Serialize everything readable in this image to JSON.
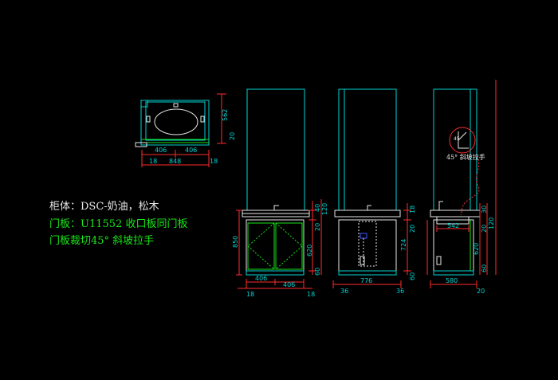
{
  "notes": [
    {
      "text": "柜体：DSC-奶油，松木",
      "color": "#e8e8e8"
    },
    {
      "text": "门板：U11552 收口板同门板",
      "color": "#19e619"
    },
    {
      "text": "门板裁切45° 斜坡拉手",
      "color": "#19e619"
    }
  ],
  "colors": {
    "outline": "#00d2d2",
    "dimension": "#ff2d2d",
    "door": "#19e619",
    "accent": "#3a5cff"
  },
  "plan_view": {
    "dims": {
      "w1": "406",
      "w2": "406",
      "total": "848",
      "side_left": "18",
      "side_right": "18",
      "depth": "562",
      "back": "20"
    }
  },
  "front_view": {
    "dims": {
      "height": "850",
      "top": "40",
      "top2": "120",
      "left_w": "406",
      "right_w": "406",
      "side_l": "18",
      "side_r": "18",
      "door_h": "620",
      "base": "60",
      "gap": "20"
    }
  },
  "side_view": {
    "dims": {
      "width": "776",
      "height": "724",
      "top1": "18",
      "top2": "20",
      "s1": "36",
      "s2": "36",
      "base": "60"
    }
  },
  "section_view": {
    "dims": {
      "depth": "542",
      "inner": "580",
      "top": "30",
      "top2": "120",
      "door": "620",
      "base": "60",
      "back": "20",
      "s20": "20"
    },
    "callout_label": "45° 斜坡拉手",
    "callout_mark": "45"
  }
}
